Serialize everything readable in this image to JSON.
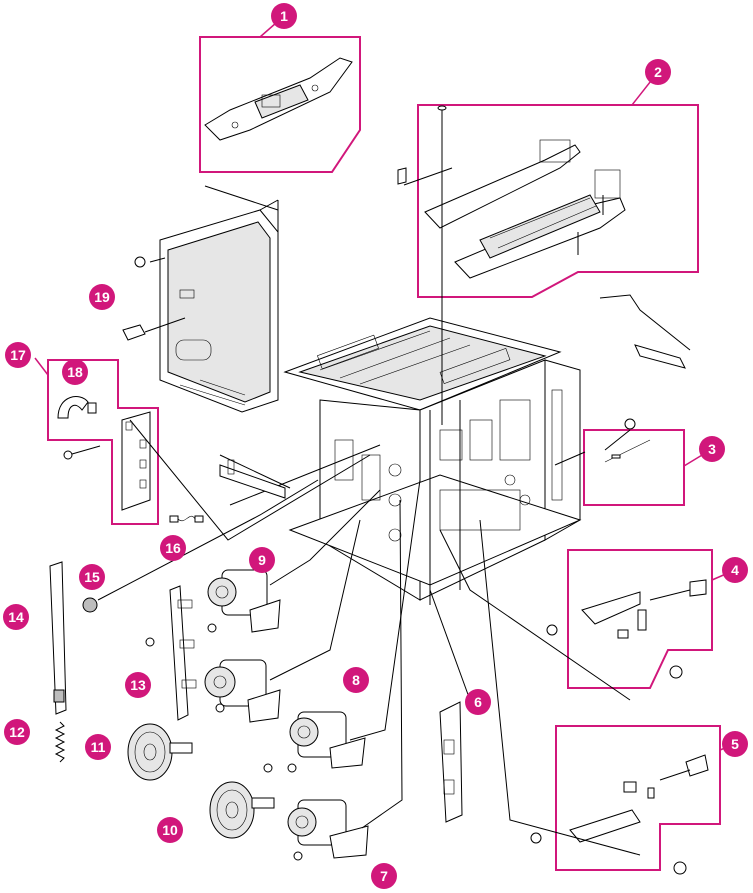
{
  "diagram": {
    "accent_color": "#d1177b",
    "callouts": [
      {
        "label": "1"
      },
      {
        "label": "2"
      },
      {
        "label": "3"
      },
      {
        "label": "4"
      },
      {
        "label": "5"
      },
      {
        "label": "6"
      },
      {
        "label": "7"
      },
      {
        "label": "8"
      },
      {
        "label": "9"
      },
      {
        "label": "10"
      },
      {
        "label": "11"
      },
      {
        "label": "12"
      },
      {
        "label": "13"
      },
      {
        "label": "14"
      },
      {
        "label": "15"
      },
      {
        "label": "16"
      },
      {
        "label": "17"
      },
      {
        "label": "18"
      },
      {
        "label": "19"
      }
    ]
  }
}
